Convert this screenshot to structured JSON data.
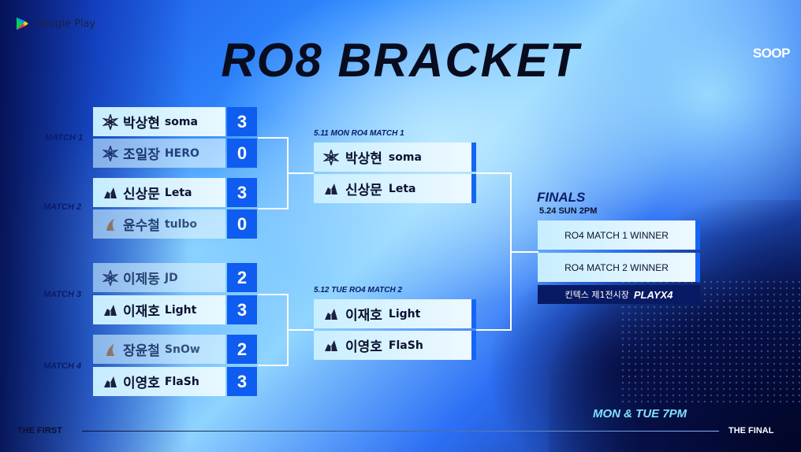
{
  "brand": {
    "store": "Google Play",
    "broadcaster": "SOOP"
  },
  "title": "RO8 BRACKET",
  "ro8": {
    "matches": [
      {
        "label": "MATCH 1",
        "players": [
          {
            "kr": "박상현",
            "en": "soma",
            "race": "zerg",
            "score": "3",
            "dim": false
          },
          {
            "kr": "조일장",
            "en": "HERO",
            "race": "zerg",
            "score": "0",
            "dim": true
          }
        ]
      },
      {
        "label": "MATCH 2",
        "players": [
          {
            "kr": "신상문",
            "en": "Leta",
            "race": "terran",
            "score": "3",
            "dim": false
          },
          {
            "kr": "윤수철",
            "en": "tulbo",
            "race": "protoss",
            "score": "0",
            "dim": true
          }
        ]
      },
      {
        "label": "MATCH 3",
        "players": [
          {
            "kr": "이제동",
            "en": "JD",
            "race": "zerg",
            "score": "2",
            "dim": true
          },
          {
            "kr": "이재호",
            "en": "Light",
            "race": "terran",
            "score": "3",
            "dim": false
          }
        ]
      },
      {
        "label": "MATCH 4",
        "players": [
          {
            "kr": "장윤철",
            "en": "SnOw",
            "race": "protoss",
            "score": "2",
            "dim": true
          },
          {
            "kr": "이영호",
            "en": "FlaSh",
            "race": "terran",
            "score": "3",
            "dim": false
          }
        ]
      }
    ]
  },
  "ro4": [
    {
      "label": "5.11 MON  RO4 MATCH 1",
      "players": [
        {
          "kr": "박상현",
          "en": "soma",
          "race": "zerg"
        },
        {
          "kr": "신상문",
          "en": "Leta",
          "race": "terran"
        }
      ]
    },
    {
      "label": "5.12 TUE  RO4 MATCH 2",
      "players": [
        {
          "kr": "이재호",
          "en": "Light",
          "race": "terran"
        },
        {
          "kr": "이영호",
          "en": "FlaSh",
          "race": "terran"
        }
      ]
    }
  ],
  "finals": {
    "title": "FINALS",
    "date": "5.24 SUN 2PM",
    "slots": [
      "RO4 MATCH 1 WINNER",
      "RO4 MATCH 2 WINNER"
    ],
    "venue_kr": "킨텍스 제1전시장",
    "venue_en": "PLAYX4"
  },
  "schedule": "MON & TUE 7PM",
  "footer": {
    "left": "THE FIRST",
    "right": "THE FINAL"
  },
  "colors": {
    "accent": "#0f5cf0",
    "navy": "#081a64"
  }
}
